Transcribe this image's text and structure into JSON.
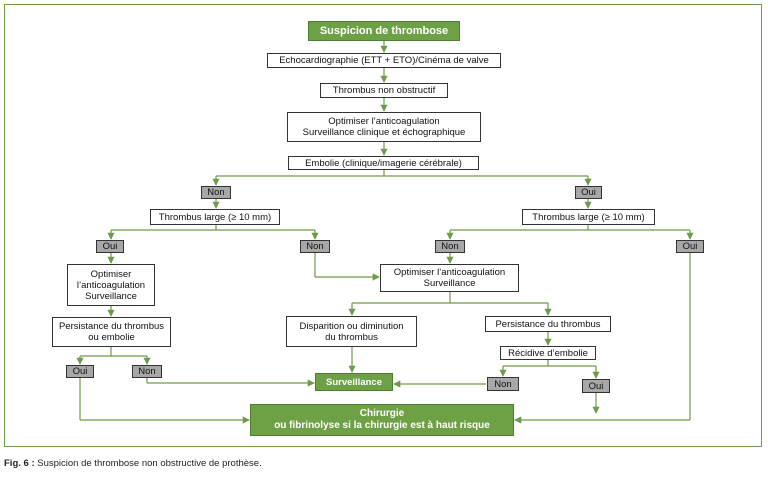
{
  "nodes": {
    "start": "Suspicion de thrombose",
    "echo": "Echocardiographie (ETT + ETO)/Cinéma de valve",
    "non_obstructif": "Thrombus non obstructif",
    "optimiser_top": "Optimiser l’anticoagulation\nSurveillance clinique et échographique",
    "embolie": "Embolie (clinique/imagerie cérébrale)",
    "non_embolie": "Non",
    "oui_embolie": "Oui",
    "large_left": "Thrombus large (≥ 10 mm)",
    "large_right": "Thrombus large (≥ 10 mm)",
    "oui_ll": "Oui",
    "non_lm": "Non",
    "non_rm": "Non",
    "oui_rr": "Oui",
    "optimiser_left": "Optimiser\nl’anticoagulation\nSurveillance",
    "optimiser_center": "Optimiser l’anticoagulation\nSurveillance",
    "persistance_left": "Persistance du thrombus\nou embolie",
    "disparition": "Disparition ou diminution\ndu thrombus",
    "persistance_right": "Persistance du thrombus",
    "recidive": "Récidive d’embolie",
    "oui_pl": "Oui",
    "non_pl": "Non",
    "non_rec": "Non",
    "oui_rec": "Oui",
    "surveillance": "Surveillance",
    "chirurgie": "Chirurgie\nou fibrinolyse si la chirurgie est à haut risque"
  },
  "caption": {
    "label": "Fig. 6 :",
    "text": " Suspicion de thrombose non obstructive de prothèse."
  },
  "colors": {
    "green": "#6ea046",
    "grey": "#a7a7a7",
    "arrow": "#6e9a4c"
  }
}
